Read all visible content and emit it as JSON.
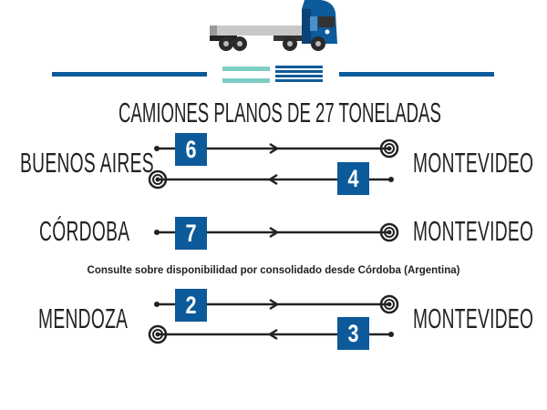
{
  "title": "CAMIONES PLANOS DE 27 TONELADAS",
  "note": "Consulte sobre disponibilidad por consolidado desde Córdoba (Argentina)",
  "colors": {
    "brand": "#0d5a9a",
    "teal": "#7ecdc4",
    "line": "#222222"
  },
  "groups": [
    {
      "origin": "BUENOS AIRES",
      "destination": "MONTEVIDEO",
      "routes": [
        {
          "direction": "outbound",
          "trucks": "6"
        },
        {
          "direction": "return",
          "trucks": "4"
        }
      ]
    },
    {
      "origin": "CÓRDOBA",
      "destination": "MONTEVIDEO",
      "routes": [
        {
          "direction": "outbound",
          "trucks": "7"
        }
      ]
    },
    {
      "origin": "MENDOZA",
      "destination": "MONTEVIDEO",
      "routes": [
        {
          "direction": "outbound",
          "trucks": "2"
        },
        {
          "direction": "return",
          "trucks": "3"
        }
      ]
    }
  ]
}
